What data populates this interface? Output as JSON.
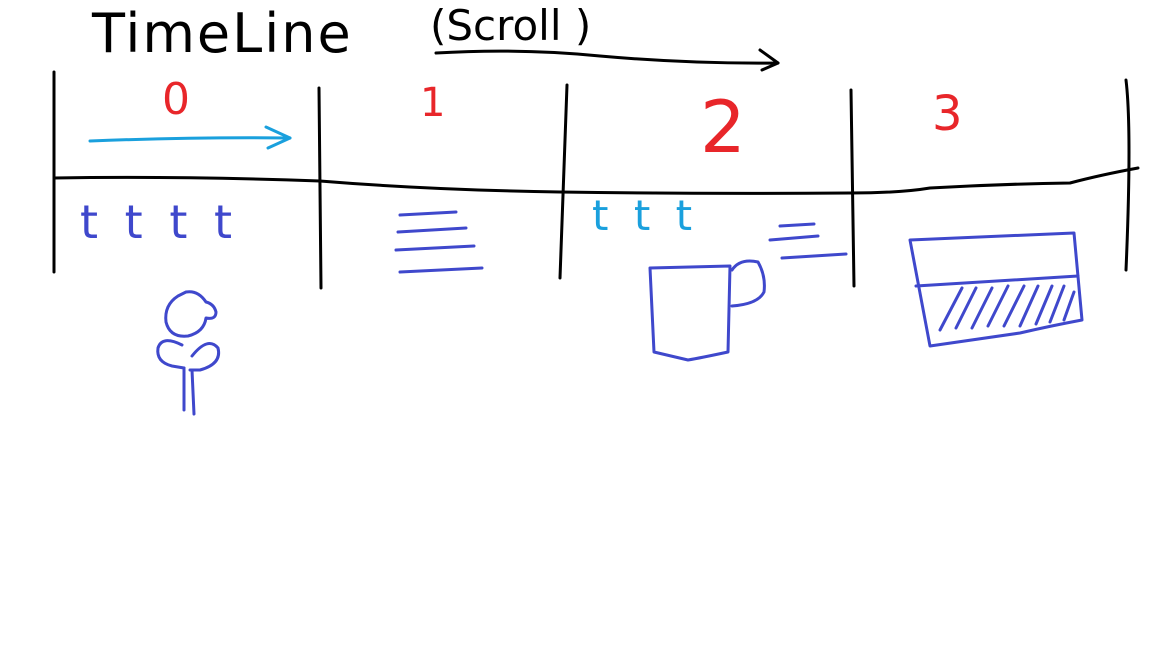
{
  "title": "TimeLine",
  "scroll_label": "(Scroll )",
  "segments": [
    {
      "number": "0",
      "letters": "t t t t"
    },
    {
      "number": "1",
      "letters": ""
    },
    {
      "number": "2",
      "letters": "t t t"
    },
    {
      "number": "3",
      "letters": ""
    }
  ],
  "colors": {
    "ink": "#000000",
    "number": "#e8262a",
    "cyan": "#1aa0dd",
    "blue": "#3f48cc"
  },
  "icons": [
    "scroll-arrow-icon",
    "playhead-arrow-icon",
    "text-lines-icon",
    "flower-icon",
    "cup-icon",
    "image-icon"
  ]
}
